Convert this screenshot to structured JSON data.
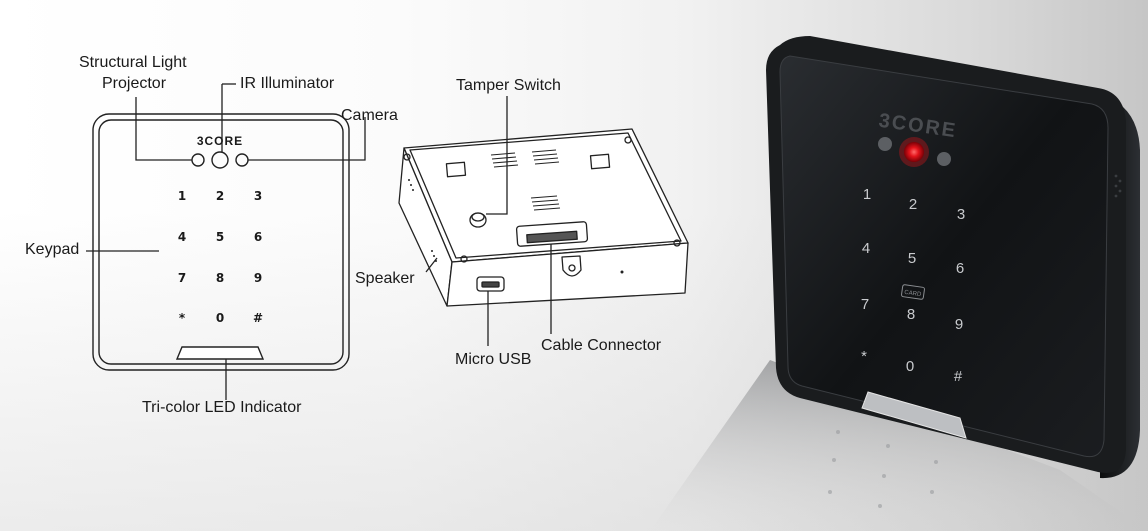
{
  "labels": {
    "structural_light": "Structural Light",
    "projector": "Projector",
    "ir_illuminator": "IR Illuminator",
    "camera": "Camera",
    "keypad": "Keypad",
    "tri_color_led": "Tri-color LED Indicator",
    "tamper_switch": "Tamper Switch",
    "speaker": "Speaker",
    "micro_usb": "Micro USB",
    "cable_connector": "Cable Connector"
  },
  "brand": "3CORE",
  "keys": [
    "1",
    "2",
    "3",
    "4",
    "5",
    "6",
    "7",
    "8",
    "9",
    "*",
    "0",
    "#"
  ],
  "photo_card_label": "CARD",
  "colors": {
    "led_red": "#e3131b",
    "device_body": "#151719",
    "line": "#222222"
  }
}
